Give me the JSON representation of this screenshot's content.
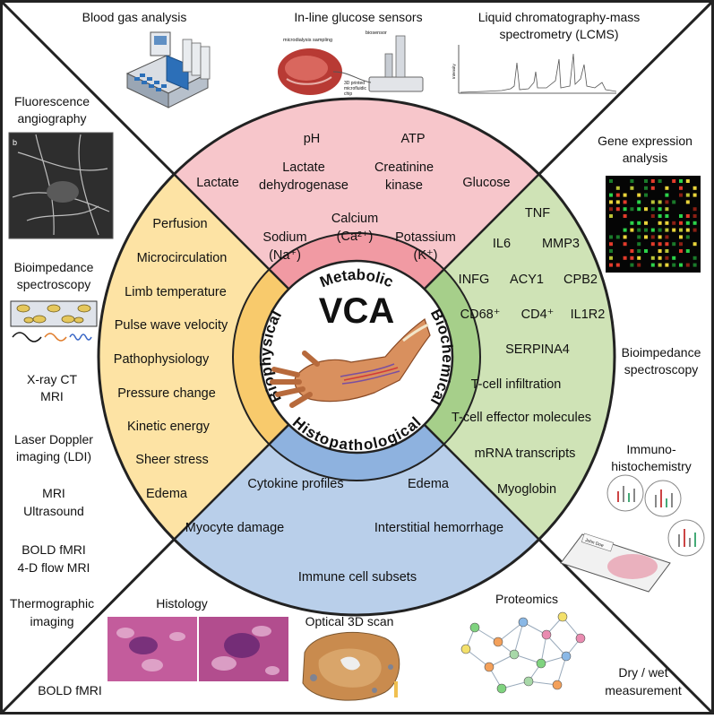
{
  "center": {
    "title": "VCA"
  },
  "ring": {
    "metabolic": "Metabolic",
    "biochemical": "Biochemical",
    "histopathological": "Histopathological",
    "biophysical": "Biophysical"
  },
  "colors": {
    "metabolic": "#f7c6cb",
    "biochemical": "#cfe3b6",
    "histopathological": "#b9cfea",
    "biophysical": "#fde3a4",
    "metabolic_ring": "#f19aa3",
    "biochemical_ring": "#a6cf8a",
    "histopathological_ring": "#8eb2df",
    "biophysical_ring": "#f8ca6c",
    "frame": "#222222"
  },
  "metabolic": {
    "ph": "pH",
    "atp": "ATP",
    "lactate": "Lactate",
    "ldh_1": "Lactate",
    "ldh_2": "dehydrogenase",
    "ck_1": "Creatinine",
    "ck_2": "kinase",
    "glucose": "Glucose",
    "sodium_1": "Sodium",
    "sodium_2": "(Na⁺)",
    "calcium_1": "Calcium",
    "calcium_2": "(Ca²⁺)",
    "potassium_1": "Potassium",
    "potassium_2": "(K⁺)"
  },
  "biochemical": {
    "tnf": "TNF",
    "il6": "IL6",
    "mmp3": "MMP3",
    "infg": "INFG",
    "acy1": "ACY1",
    "cpb2": "CPB2",
    "cd68": "CD68⁺",
    "cd4": "CD4⁺",
    "il1r2": "IL1R2",
    "serpina4": "SERPINA4",
    "tcell_infiltration": "T-cell infiltration",
    "tcell_effector": "T-cell effector molecules",
    "mrna": "mRNA  transcripts",
    "myoglobin": "Myoglobin"
  },
  "biophysical": {
    "perfusion": "Perfusion",
    "microcirculation": "Microcirculation",
    "limb_temp": "Limb temperature",
    "pwv": "Pulse wave velocity",
    "pathophysiology": "Pathophysiology",
    "pressure": "Pressure change",
    "kinetic": "Kinetic energy",
    "sheer": "Sheer stress",
    "edema": "Edema"
  },
  "histopathological": {
    "cytokine": "Cytokine profiles",
    "edema": "Edema",
    "myocyte": "Myocyte damage",
    "hemorrhage": "Interstitial hemorrhage",
    "immune": "Immune cell subsets"
  },
  "corners": {
    "blood_gas": "Blood gas analysis",
    "glucose_sensors": "In-line glucose sensors",
    "lcms_1": "Liquid chromatography-mass",
    "lcms_2": "spectrometry (LCMS)",
    "fluor_1": "Fluorescence",
    "fluor_2": "angiography",
    "gene_1": "Gene expression",
    "gene_2": "analysis",
    "bioimp_left_1": "Bioimpedance",
    "bioimp_left_2": "spectroscopy",
    "xray_1": "X-ray  CT",
    "xray_2": "MRI",
    "ldi_1": "Laser Doppler",
    "ldi_2": "imaging (LDI)",
    "mri_us_1": "MRI",
    "mri_us_2": "Ultrasound",
    "bold_1": "BOLD fMRI",
    "bold_2": "4-D flow MRI",
    "thermo_1": "Thermographic",
    "thermo_2": "imaging",
    "bold_bottom": "BOLD fMRI",
    "bioimp_right_1": "Bioimpedance",
    "bioimp_right_2": "spectroscopy",
    "immuno_1": "Immuno-",
    "immuno_2": "histochemistry",
    "histology": "Histology",
    "optical": "Optical 3D scan",
    "proteomics": "Proteomics",
    "drywet_1": "Dry / wet",
    "drywet_2": "measurement"
  },
  "images": {
    "glucose_chip_1": "microdialysis sampling",
    "glucose_chip_2": "biosensor",
    "glucose_chip_3": "3D printed",
    "glucose_chip_4": "microfluidic",
    "glucose_chip_5": "chip",
    "lcms_ylabel": "Intensity",
    "fluor_tag": "b",
    "immuno_tag": "John Doe"
  }
}
